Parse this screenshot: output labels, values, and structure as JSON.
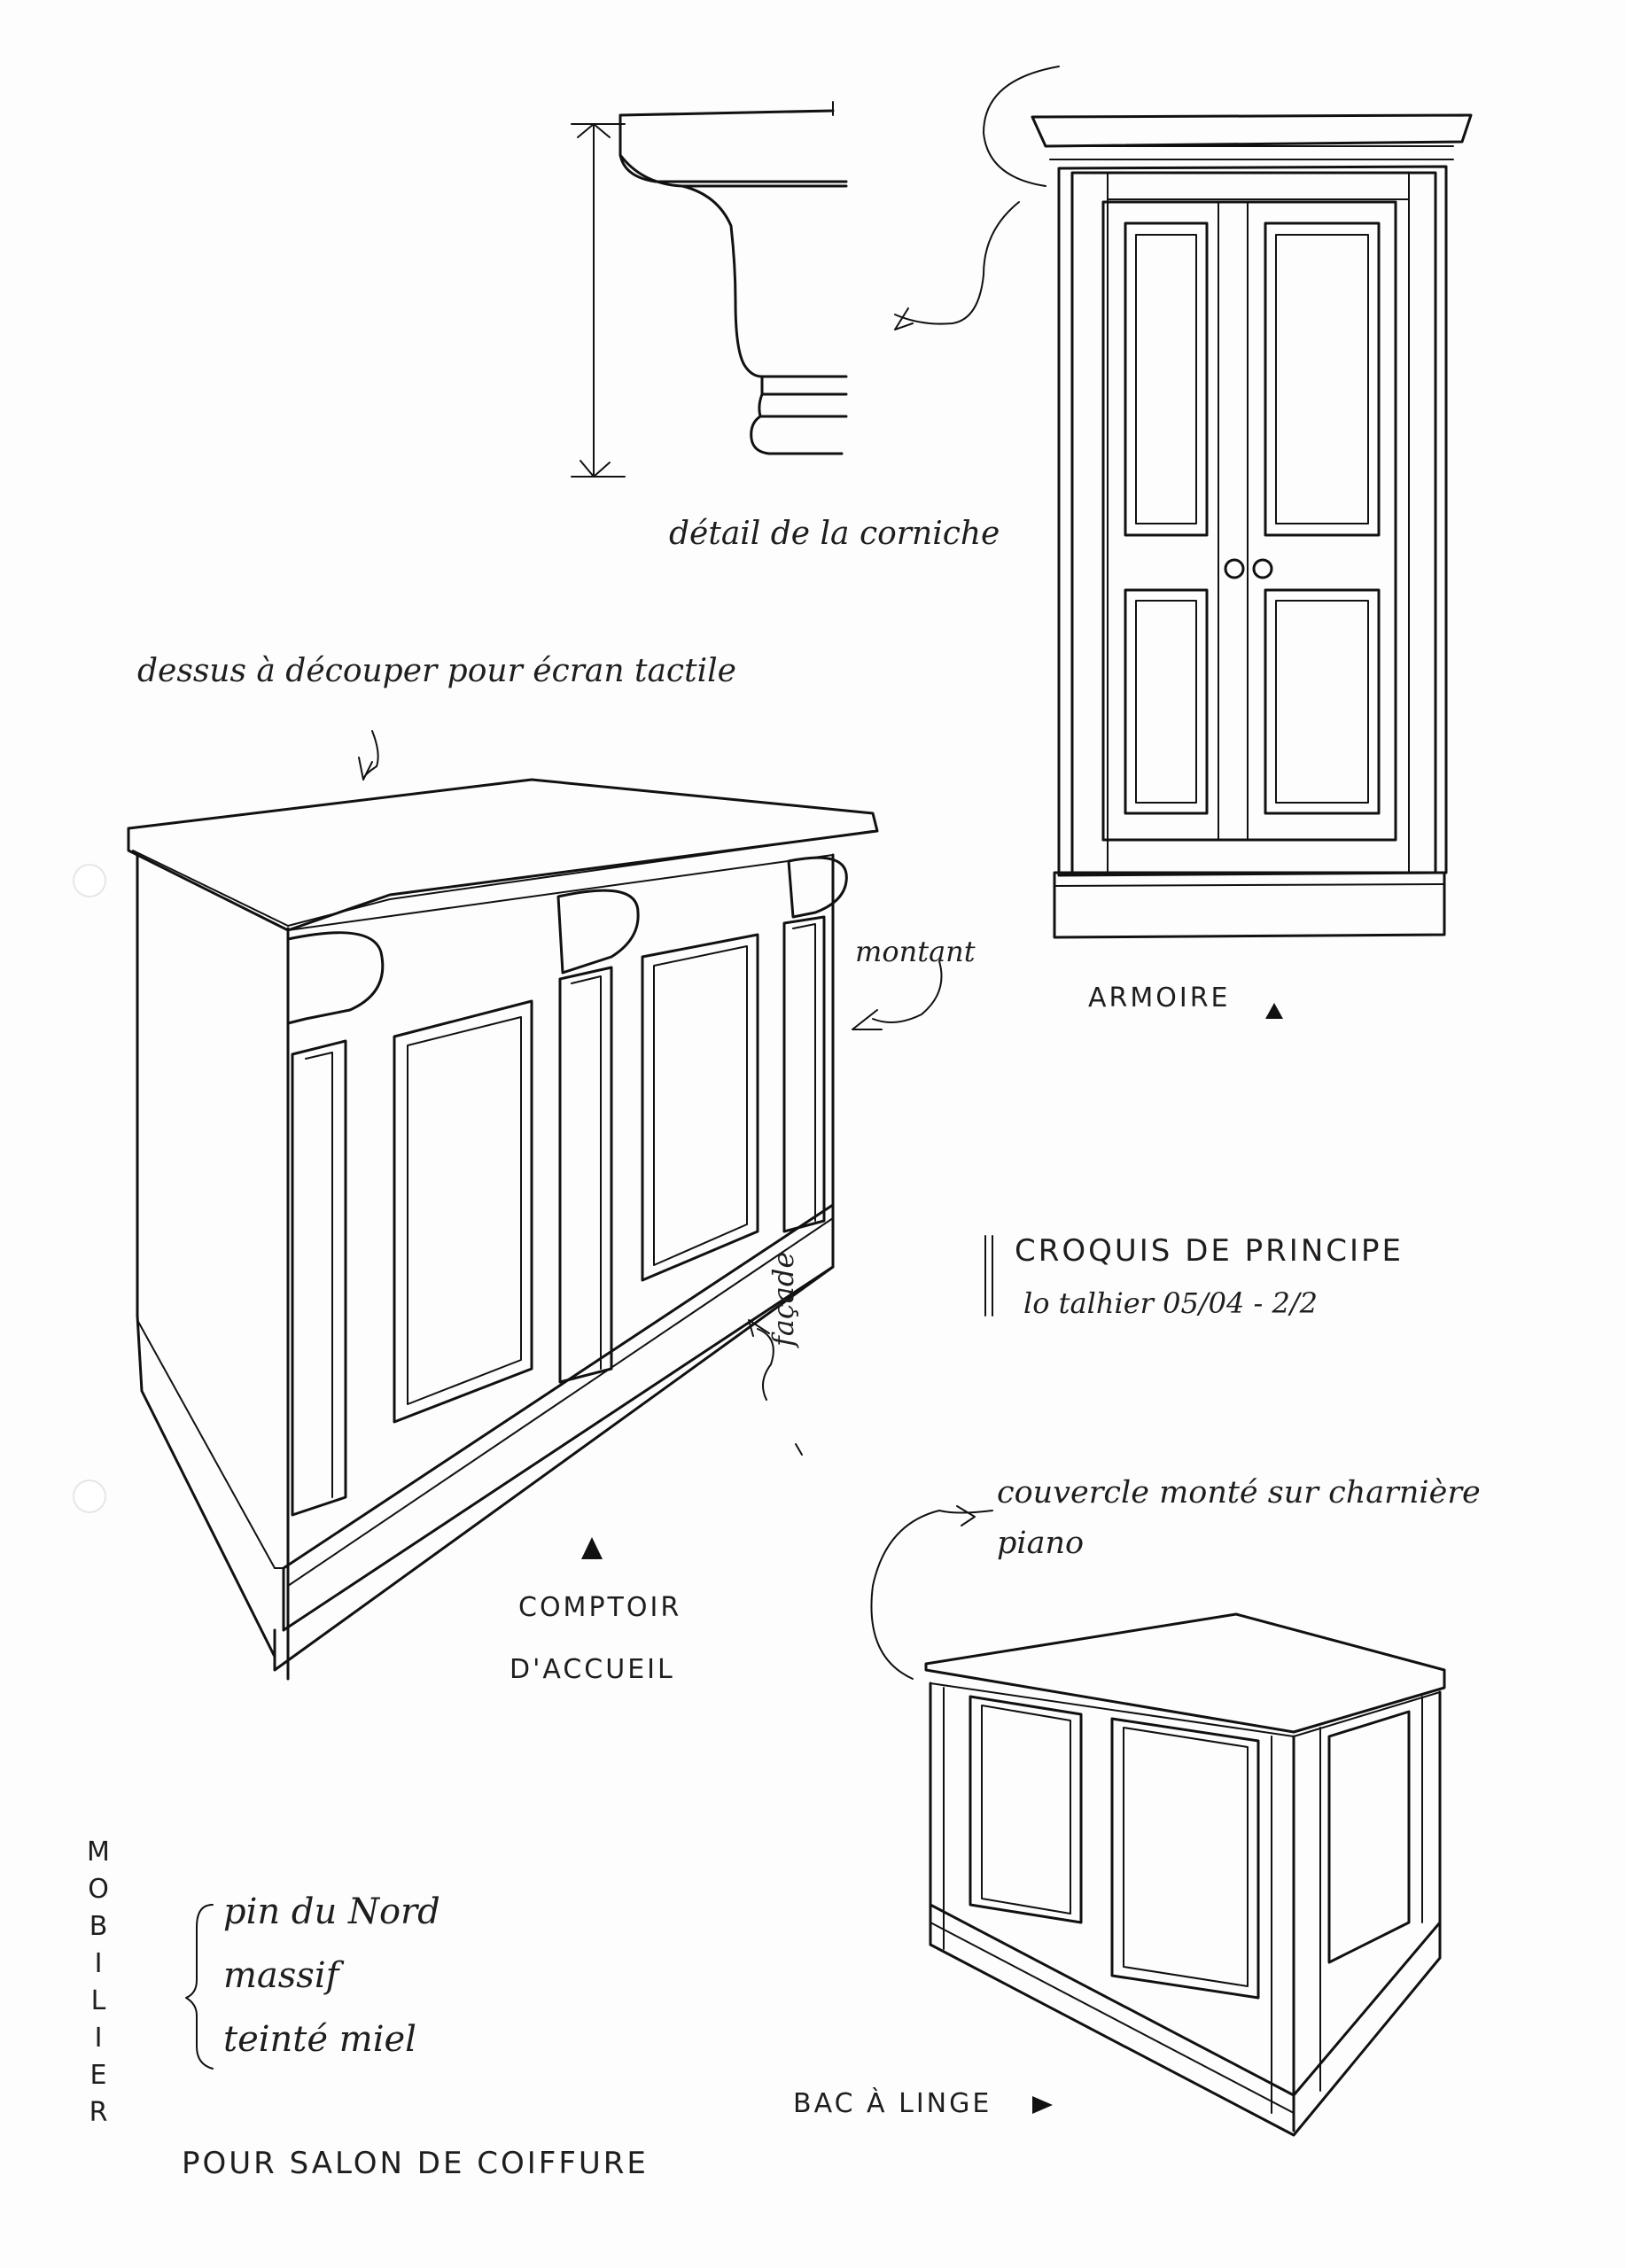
{
  "annotations": {
    "cornice_detail": "détail de la corniche",
    "top_cutout": "dessus à découper pour écran tactile",
    "upright": "montant",
    "wardrobe": "ARMOIRE",
    "facade": "façade",
    "counter_line1": "COMPTOIR",
    "counter_line2": "D'ACCUEIL",
    "lid_line1": "couvercle monté sur charnière",
    "lid_line2": "piano",
    "laundry_bin": "BAC À LINGE",
    "material_line1": "pin du Nord",
    "material_line2": "massif",
    "material_line3": "teinté miel",
    "subtitle": "POUR SALON DE COIFFURE"
  },
  "title_block": {
    "line1": "CROQUIS DE PRINCIPE",
    "line2": "lo talhier 05/04 - 2/2"
  },
  "vertical_title": [
    "M",
    "O",
    "B",
    "I",
    "L",
    "I",
    "E",
    "R"
  ],
  "icons": {
    "arrow_markers": "triangle-up, triangle-right"
  }
}
